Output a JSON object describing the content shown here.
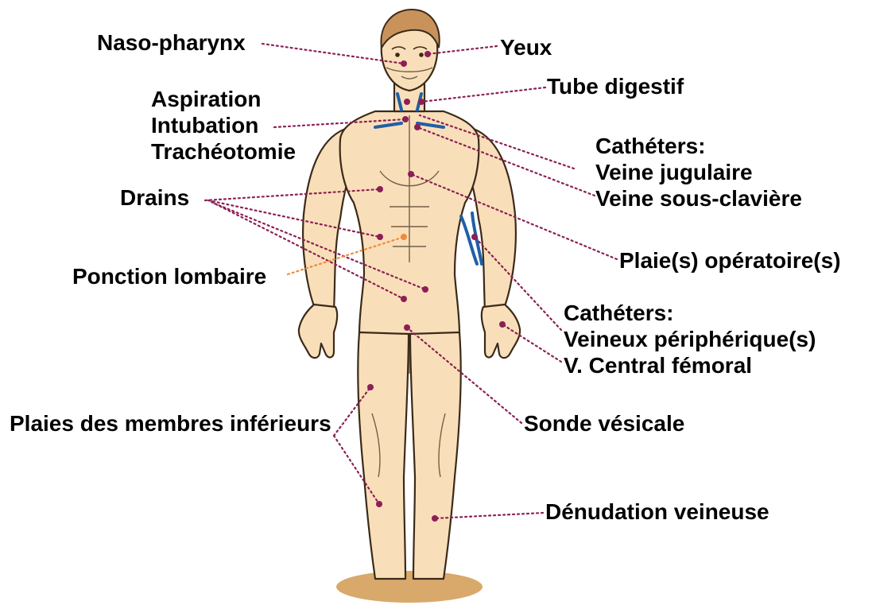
{
  "colors": {
    "skin": "#f9dfb9",
    "outline": "#3b2a1a",
    "hair": "#c9925a",
    "vein": "#1f5fa8",
    "marker": "#8c1f55",
    "leader": "#8c1f55",
    "leader_lumbar": "#f08a3c",
    "shadow": "#d8a96a"
  },
  "icons": [
    "human-body-figure"
  ],
  "labels": {
    "naso_pharynx": "Naso-pharynx",
    "yeux": "Yeux",
    "tube_digestif": "Tube digestif",
    "aspiration": "Aspiration",
    "intubation": "Intubation",
    "tracheotomie": "Trachéotomie",
    "catheters_1": "Cathéters:",
    "veine_jugulaire": "Veine jugulaire",
    "veine_sous_claviere": "Veine sous-clavière",
    "drains": "Drains",
    "plaies_operatoires": "Plaie(s) opératoire(s)",
    "ponction_lombaire": "Ponction lombaire",
    "catheters_2": "Cathéters:",
    "veineux_peripheriques": "Veineux périphérique(s)",
    "v_central_femoral": "V. Central fémoral",
    "plaies_membres_inferieurs": "Plaies des membres inférieurs",
    "sonde_vesicale": "Sonde vésicale",
    "denudation_veineuse": "Dénudation veineuse"
  }
}
